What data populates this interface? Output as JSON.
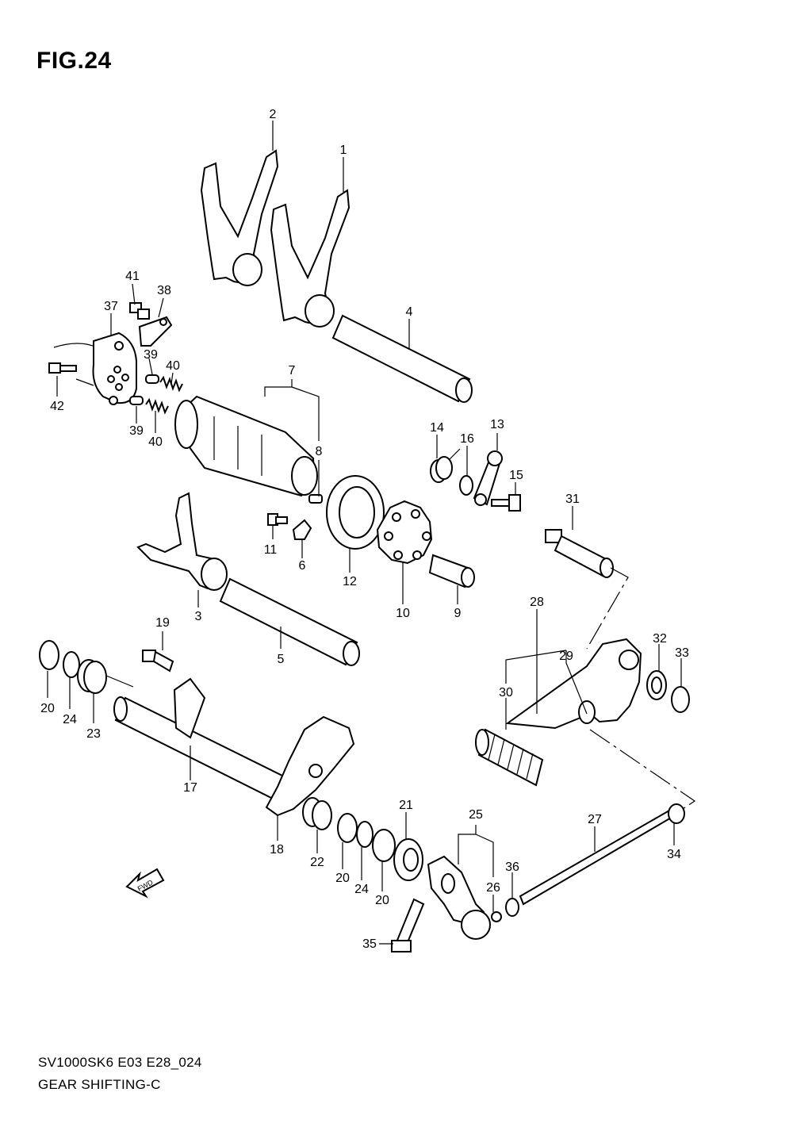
{
  "figure": {
    "title": "FIG.24"
  },
  "footer": {
    "model_code": "SV1000SK6 E03 E28_024",
    "section_name": "GEAR SHIFTING-C"
  },
  "fwd_label": "FWD",
  "callouts": [
    "1",
    "2",
    "3",
    "4",
    "5",
    "6",
    "7",
    "8",
    "9",
    "10",
    "11",
    "12",
    "13",
    "14",
    "15",
    "16",
    "17",
    "18",
    "19",
    "20",
    "21",
    "22",
    "23",
    "24",
    "25",
    "26",
    "27",
    "28",
    "29",
    "30",
    "31",
    "32",
    "33",
    "34",
    "35",
    "36",
    "37",
    "38",
    "39",
    "40",
    "41",
    "42"
  ]
}
